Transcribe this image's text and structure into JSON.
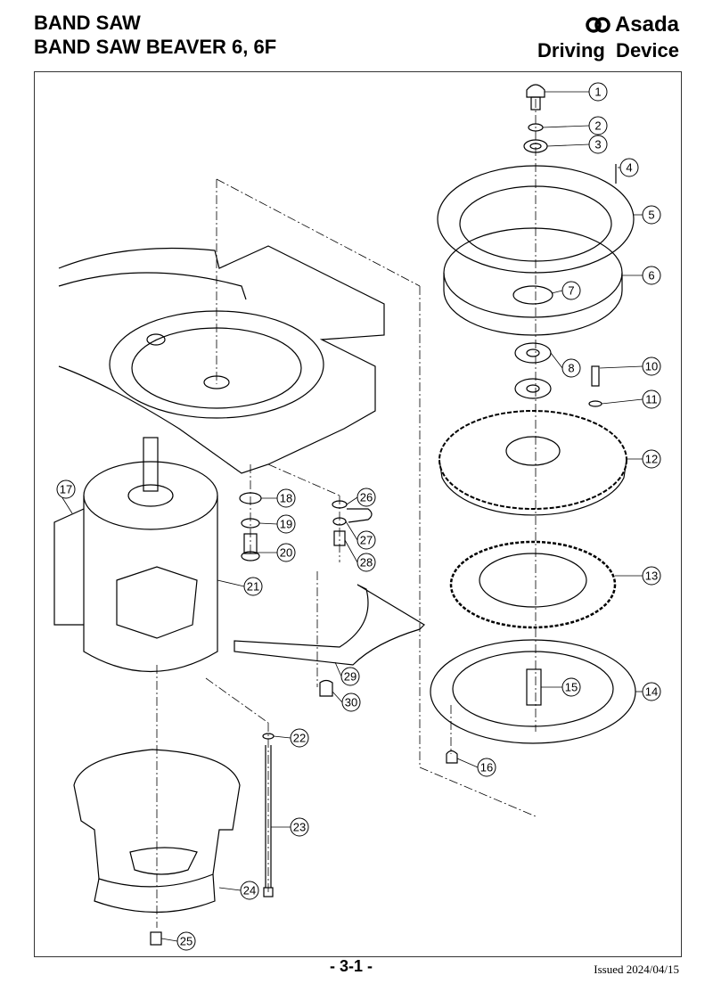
{
  "header": {
    "title_line1": "BAND SAW",
    "title_line2": "BAND SAW BEAVER 6, 6F",
    "brand": "Asada",
    "section": "Driving  Device"
  },
  "diagram": {
    "callouts": [
      "1",
      "2",
      "3",
      "4",
      "5",
      "6",
      "7",
      "8",
      "10",
      "11",
      "12",
      "13",
      "14",
      "15",
      "16",
      "17",
      "18",
      "19",
      "20",
      "21",
      "22",
      "23",
      "24",
      "25",
      "26",
      "27",
      "28",
      "29",
      "30"
    ]
  },
  "footer": {
    "page": "- 3-1 -",
    "issued": "Issued 2024/04/15"
  }
}
